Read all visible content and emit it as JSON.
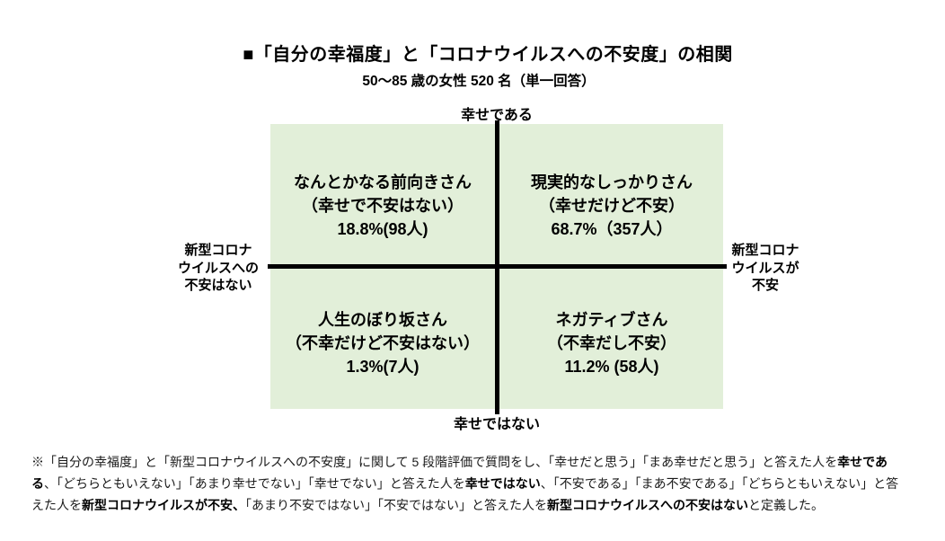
{
  "header": {
    "title": "■「自分の幸福度」と「コロナウイルスへの不安度」の相関",
    "subtitle": "50～85 歳の女性 520 名（単一回答）"
  },
  "chart_data": {
    "type": "quadrant",
    "title": "■「自分の幸福度」と「コロナウイルスへの不安度」の相関",
    "subtitle": "50～85 歳の女性 520 名（単一回答）",
    "sample_size": 520,
    "axes": {
      "top": "幸せである",
      "bottom": "幸せではない",
      "left": "新型コロナウイルスへの不安はない",
      "right": "新型コロナウイルスが不安"
    },
    "axis_display": {
      "left_lines": [
        "新型コロナ",
        "ウイルスへの",
        "不安はない"
      ],
      "right_lines": [
        "新型コロナ",
        "ウイルスが",
        "不安"
      ]
    },
    "quadrants": {
      "top_left": {
        "name": "なんとかなる前向きさん",
        "description": "（幸せで不安はない）",
        "percent": 18.8,
        "count": 98,
        "stat_label": "18.8%(98人)"
      },
      "top_right": {
        "name": "現実的なしっかりさん",
        "description": "（幸せだけど不安）",
        "percent": 68.7,
        "count": 357,
        "stat_label": "68.7%（357人）"
      },
      "bottom_left": {
        "name": "人生のぼり坂さん",
        "description": "（不幸だけど不安はない）",
        "percent": 1.3,
        "count": 7,
        "stat_label": "1.3%(7人)"
      },
      "bottom_right": {
        "name": "ネガティブさん",
        "description": "（不幸だし不安）",
        "percent": 11.2,
        "count": 58,
        "stat_label": "11.2% (58人)"
      }
    },
    "colors": {
      "quadrant_bg": "#e2efd9",
      "axis_line": "#000000"
    }
  },
  "footnote": {
    "lines": [
      [
        {
          "text": "※「自分の幸福度」と「新型コロナウイルスへの不安度」に関して 5 段階評価で質問をし、「幸せだと思う」「まあ幸せだと思う」と答えた人を",
          "bold": false
        },
        {
          "text": "幸せであ",
          "bold": true
        }
      ],
      [
        {
          "text": "る",
          "bold": true
        },
        {
          "text": "、「どちらともいえない」「あまり幸せでない」「幸せでない」と答えた人を",
          "bold": false
        },
        {
          "text": "幸せではない",
          "bold": true
        },
        {
          "text": "、「不安である」「まあ不安である」「どちらともいえない」と答",
          "bold": false
        }
      ],
      [
        {
          "text": "えた人を",
          "bold": false
        },
        {
          "text": "新型コロナウイルスが不安、",
          "bold": true
        },
        {
          "text": "「あまり不安ではない」「不安ではない」と答えた人を",
          "bold": false
        },
        {
          "text": "新型コロナウイルスへの不安はない",
          "bold": true
        },
        {
          "text": "と定義した。",
          "bold": false
        }
      ]
    ]
  }
}
